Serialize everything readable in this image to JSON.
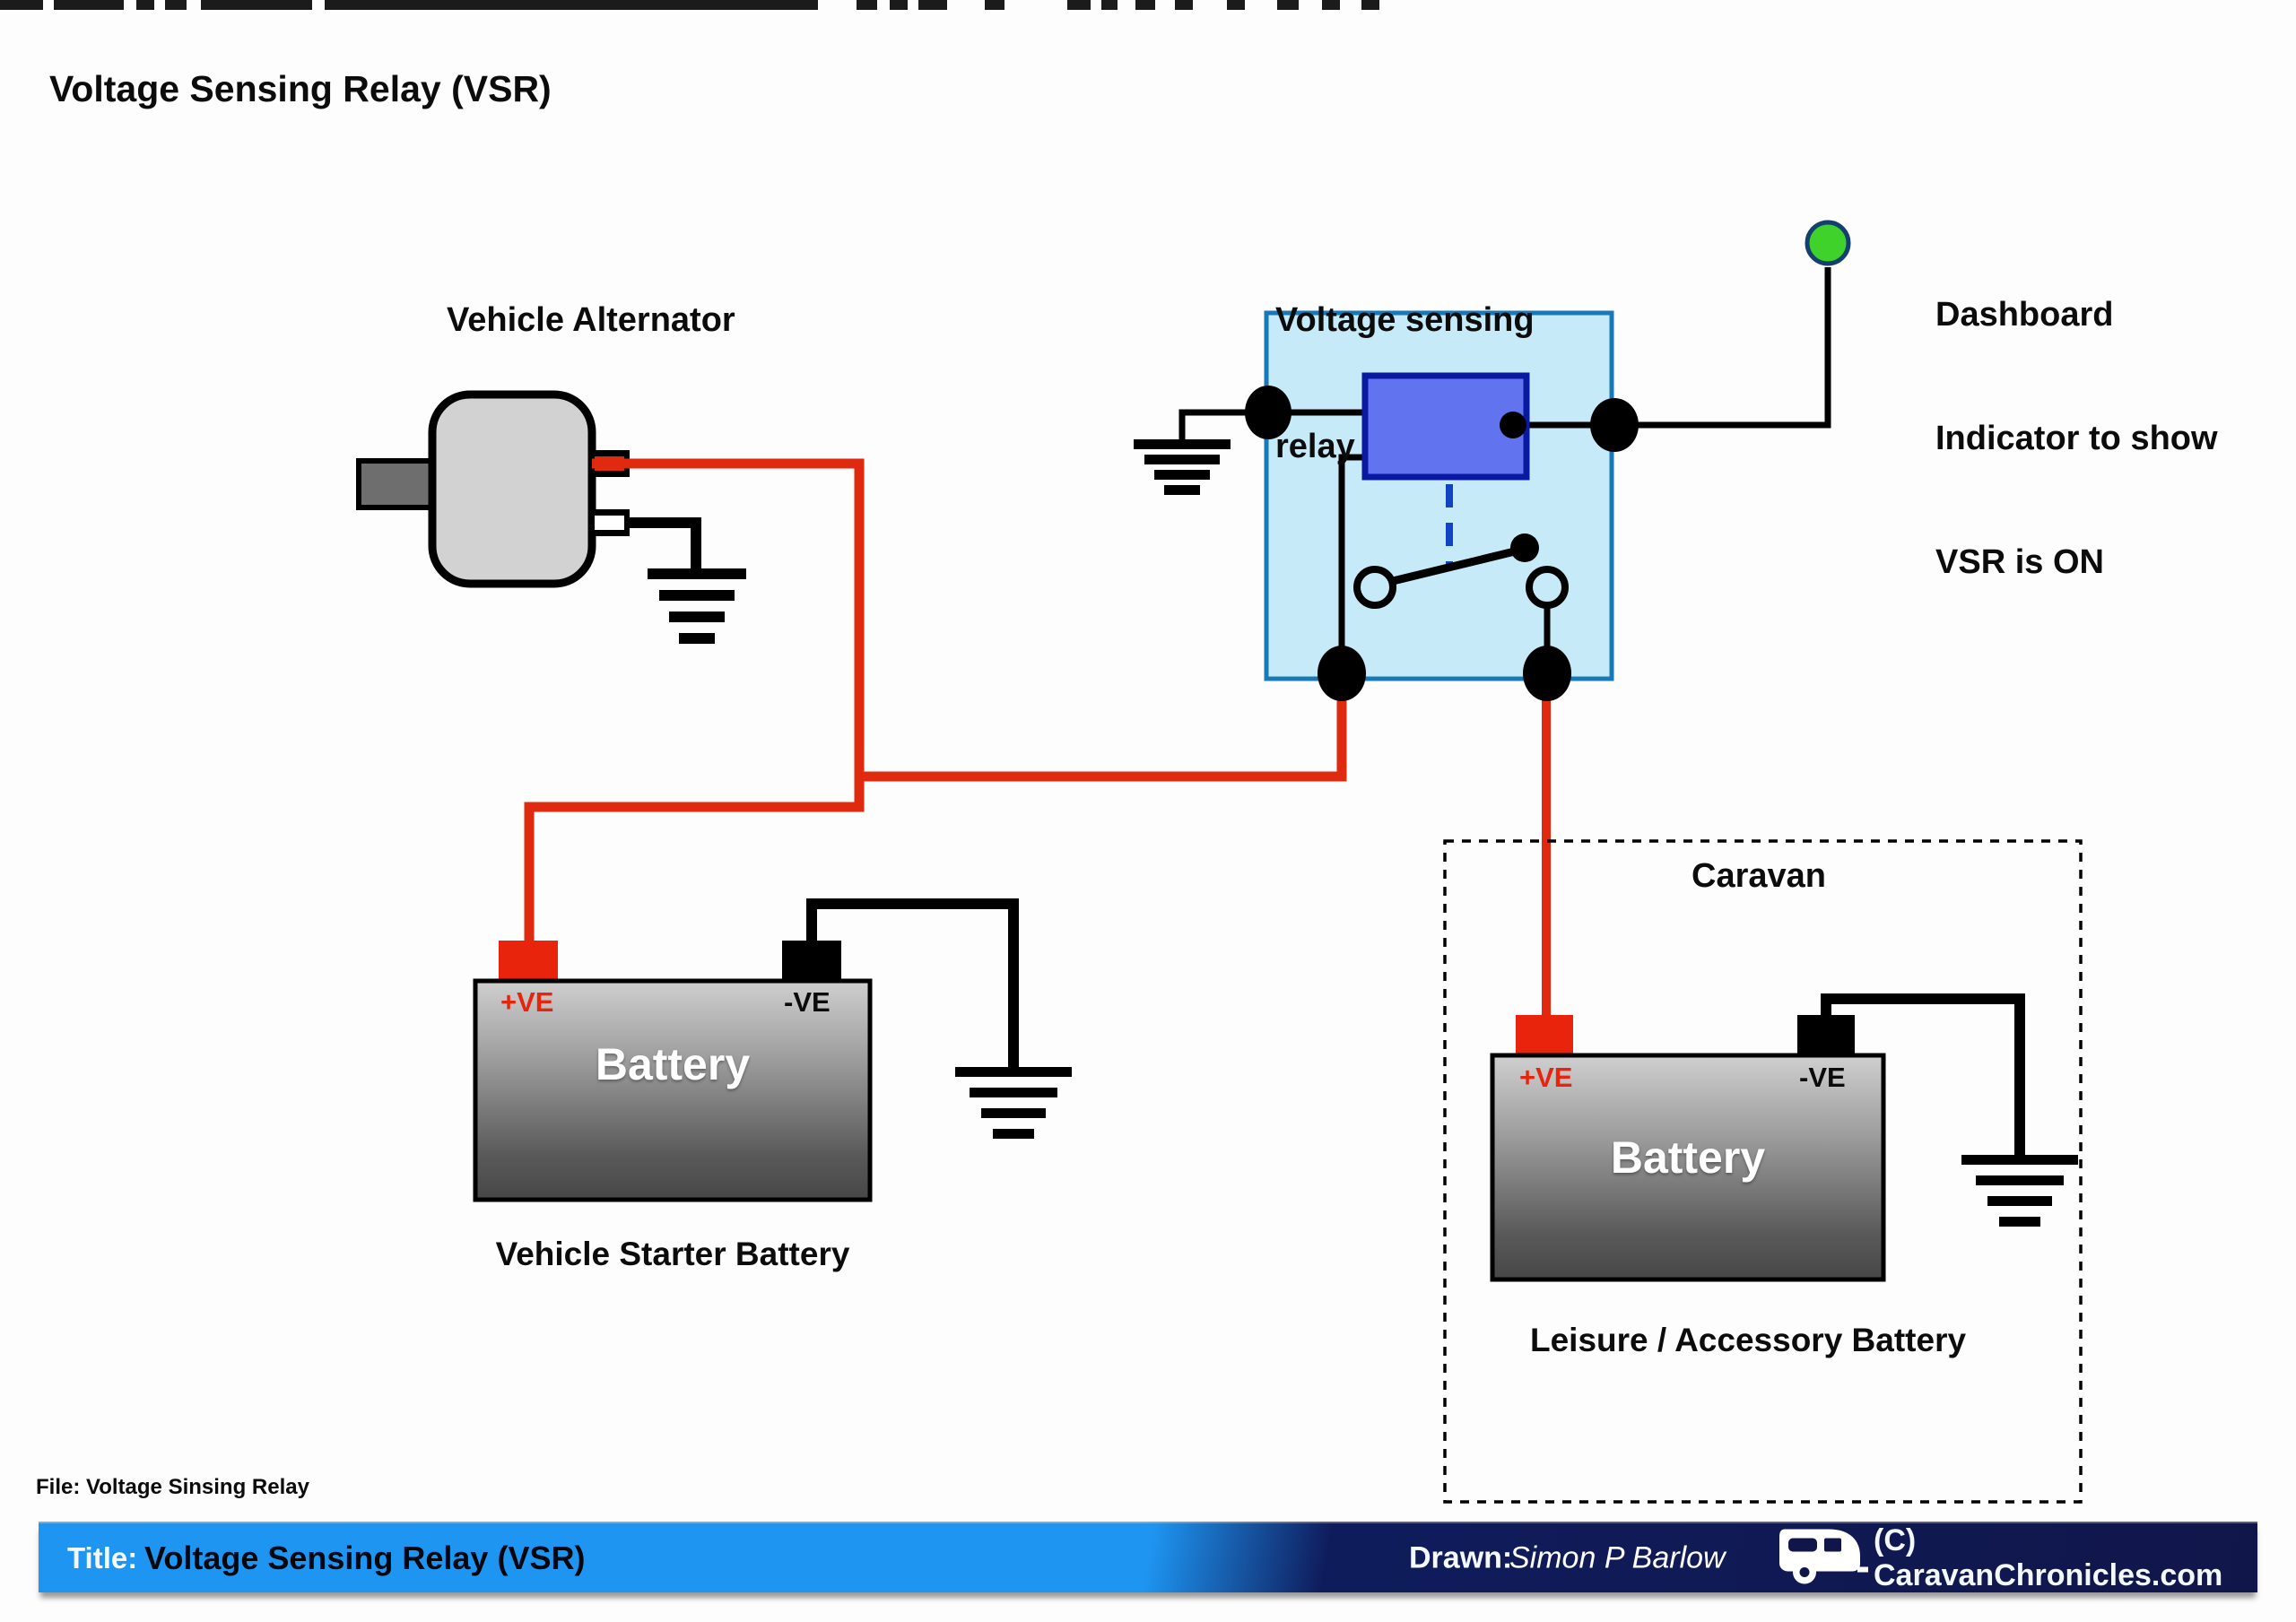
{
  "heading": "Voltage Sensing Relay (VSR)",
  "labels": {
    "alternator": "Vehicle Alternator",
    "vsr_line1": "Voltage sensing",
    "vsr_line2": "relay",
    "indicator_line1": "Dashboard",
    "indicator_line2": "Indicator to show",
    "indicator_line3": "VSR is ON",
    "caravan": "Caravan",
    "starter_caption": "Vehicle Starter Battery",
    "leisure_caption": "Leisure / Accessory Battery"
  },
  "starter_battery": {
    "pos_label": "+VE",
    "neg_label": "-VE",
    "name": "Battery"
  },
  "leisure_battery": {
    "pos_label": "+VE",
    "neg_label": "-VE",
    "name": "Battery"
  },
  "footer": {
    "file_note": "File: Voltage Sinsing Relay",
    "title_label": "Title:",
    "title_value": "Voltage Sensing Relay (VSR)",
    "drawn_label": "Drawn:",
    "drawn_value": "Simon P Barlow",
    "copyright": "(C) CaravanChronicles.com"
  },
  "icons": {
    "caravan_icon": "caravan-trailer",
    "ground_icon": "earth-ground-symbol",
    "indicator_icon": "green-indicator-lamp"
  },
  "colors": {
    "wire_red": "#e02a10",
    "wire_black": "#000000",
    "relay_fill": "#c7eaf9",
    "relay_border": "#1779b7",
    "coil_fill": "#6273ef",
    "coil_border": "#0a18a2",
    "dash_blue": "#1243c4",
    "indicator_green": "#3ed22b",
    "indicator_border": "#14406e",
    "bar_blue": "#1e95f1",
    "bar_navy": "#11164a",
    "battery_terminal_red": "#e8250c"
  }
}
